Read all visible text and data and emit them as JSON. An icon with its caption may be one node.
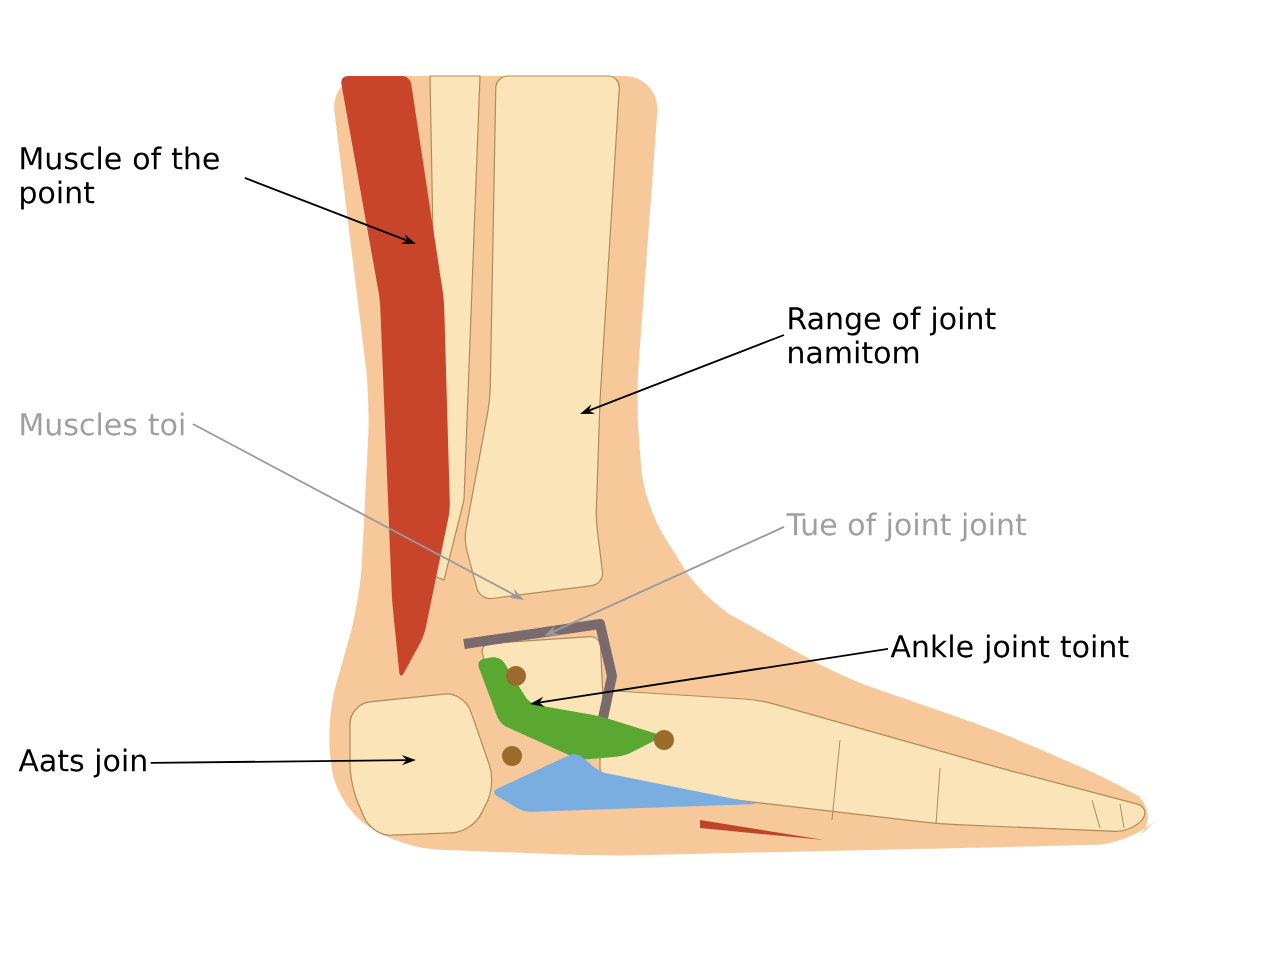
{
  "diagram": {
    "nodes": [
      {
        "text": [
          "Muscle of the point"
        ]
      },
      {
        "text": [
          "Range of joint namitom"
        ]
      },
      {
        "text": [
          "Muscles toi"
        ]
      },
      {
        "text": [
          "Tue of joint joint"
        ]
      },
      {
        "text": [
          "Ankle joint toint"
        ]
      },
      {
        "text": [
          "Aats join"
        ]
      }
    ],
    "edges": [
      {
        "from": 0,
        "to": null,
        "arrow": "to"
      },
      {
        "from": 1,
        "to": null,
        "arrow": "to"
      },
      {
        "from": 2,
        "to": null,
        "arrow": "to",
        "color": "#9a9a9a"
      },
      {
        "from": 3,
        "to": null,
        "arrow": "to",
        "color": "#9a9a9a"
      },
      {
        "from": 4,
        "to": null,
        "arrow": "to"
      },
      {
        "from": 5,
        "to": null,
        "arrow": "to"
      }
    ]
  }
}
